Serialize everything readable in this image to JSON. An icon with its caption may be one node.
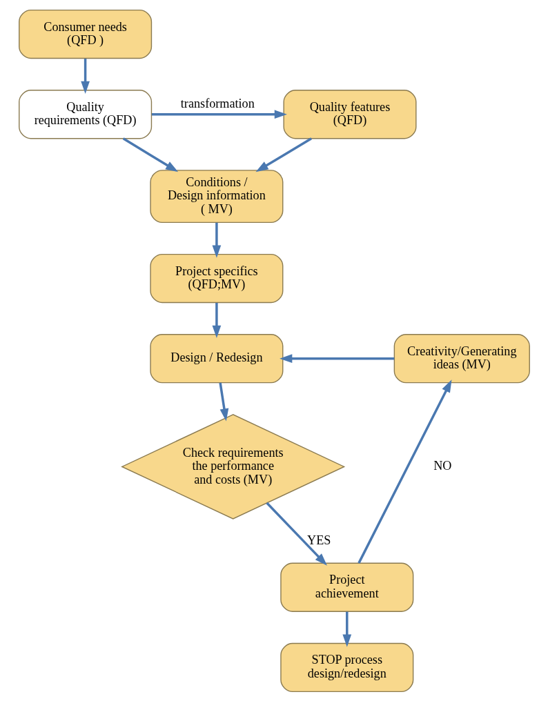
{
  "diagram": {
    "nodes": [
      {
        "text": [
          "Consumer needs (QFD )"
        ]
      },
      {
        "text": [
          "Quality requirements (QFD)"
        ]
      },
      {
        "text": [
          "Quality features (QFD)"
        ]
      },
      {
        "text": [
          "Conditions / Design information ( MV)"
        ]
      },
      {
        "text": [
          "Project specifics (QFD;MV)"
        ]
      },
      {
        "text": [
          "Design / Redesign"
        ]
      },
      {
        "text": [
          "Check requirements the performance and costs (MV)"
        ]
      },
      {
        "text": [
          "Project achievement"
        ]
      },
      {
        "text": [
          "Creativity/Generating ideas (MV)"
        ]
      },
      {
        "text": [
          "STOP process design/redesign"
        ]
      }
    ],
    "edges": [
      {
        "from": 0,
        "to": 1,
        "arrow": "to"
      },
      {
        "from": 1,
        "to": 2,
        "arrow": "to",
        "label": "transformation"
      },
      {
        "from": 1,
        "to": 3,
        "arrow": "to"
      },
      {
        "from": 2,
        "to": 3,
        "arrow": "to"
      },
      {
        "from": 3,
        "to": 4,
        "arrow": "to"
      },
      {
        "from": 4,
        "to": 5,
        "arrow": "to"
      },
      {
        "from": 5,
        "to": 6,
        "arrow": "to"
      },
      {
        "from": 6,
        "to": 7,
        "arrow": "to",
        "label": "YES"
      },
      {
        "from": 7,
        "to": 8,
        "arrow": "to",
        "label": "NO"
      },
      {
        "from": 8,
        "to": 5,
        "arrow": "to"
      },
      {
        "from": 7,
        "to": 9,
        "arrow": "to"
      }
    ]
  }
}
